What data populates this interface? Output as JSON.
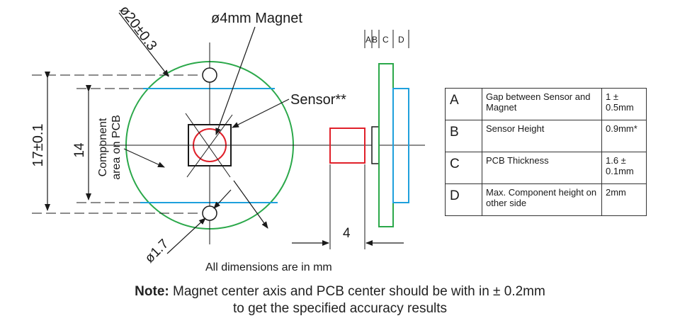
{
  "labels": {
    "magnet": "ø4mm Magnet",
    "outer_dia": "ø20±0.3",
    "sensor": "Sensor**",
    "component_area_line1": "Component",
    "component_area_line2": "area on PCB",
    "dim_14": "14",
    "dim_17": "17±0.1",
    "hole_dia": "ø1.7",
    "dim_4": "4",
    "all_dims": "All dimensions are in mm",
    "col_a": "A",
    "col_b": "B",
    "col_c": "C",
    "col_d": "D"
  },
  "table": {
    "rows": [
      {
        "letter": "A",
        "desc": "Gap between Sensor and Magnet",
        "value": "1 ± 0.5mm"
      },
      {
        "letter": "B",
        "desc": "Sensor Height",
        "value": "0.9mm*"
      },
      {
        "letter": "C",
        "desc": "PCB Thickness",
        "value": "1.6 ± 0.1mm"
      },
      {
        "letter": "D",
        "desc": "Max. Component height on other side",
        "value": "2mm"
      }
    ]
  },
  "note": {
    "bold": "Note:",
    "line1": "Magnet center axis and PCB center should be with in ± 0.2mm",
    "line2": "to get the specified accuracy results"
  },
  "colors": {
    "pcb_outline": "#2ba84a",
    "component_lines": "#1ea0dc",
    "magnet": "#e0202a",
    "ink": "#1a1a1a"
  }
}
